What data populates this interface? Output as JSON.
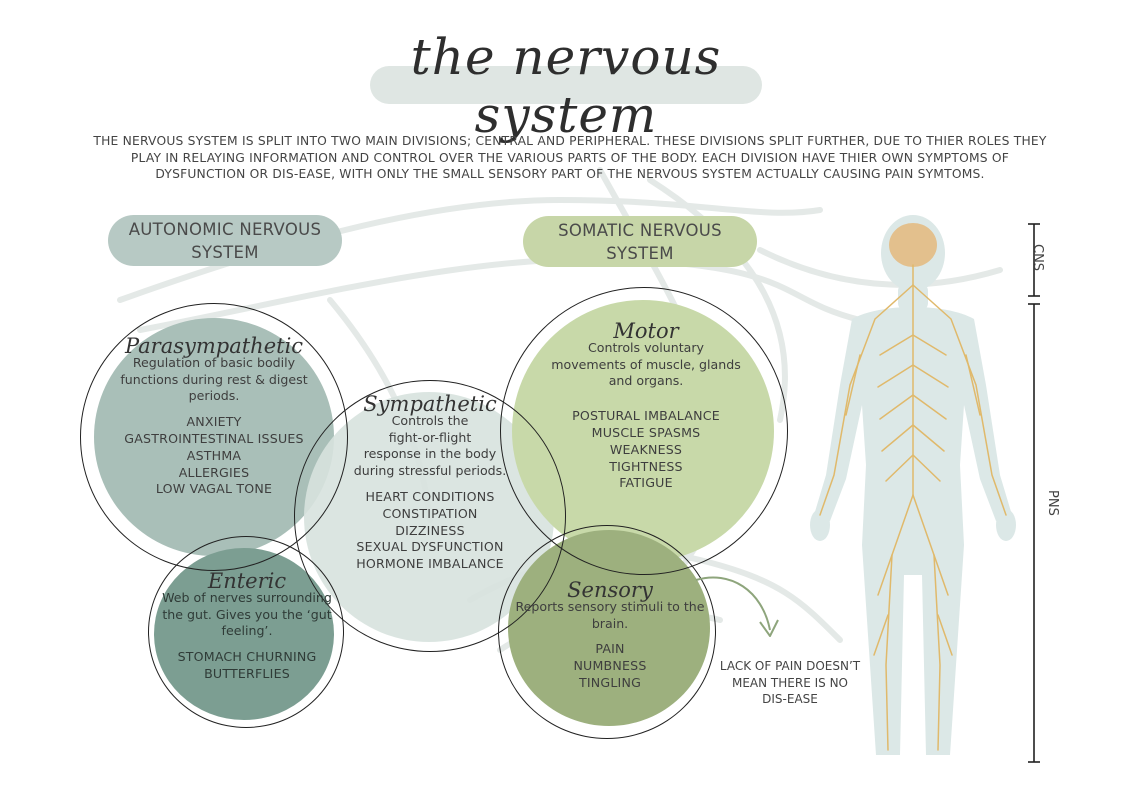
{
  "title": "the nervous system",
  "intro": "THE NERVOUS SYSTEM IS SPLIT INTO TWO MAIN DIVISIONS; CENTRAL AND PERIPHERAL. THESE DIVISIONS SPLIT FURTHER, DUE TO THIER ROLES THEY PLAY IN RELAYING INFORMATION AND CONTROL OVER THE VARIOUS PARTS OF THE BODY. EACH DIVISION HAVE THIER OWN SYMPTOMS OF DYSFUNCTION OR DIS-EASE, WITH ONLY THE SMALL SENSORY PART OF THE NERVOUS SYSTEM ACTUALLY CAUSING PAIN SYMTOMS.",
  "divisions": {
    "autonomic": {
      "line1": "AUTONOMIC NERVOUS",
      "line2": "SYSTEM"
    },
    "somatic": {
      "line1": "SOMATIC NERVOUS",
      "line2": "SYSTEM"
    }
  },
  "parasympathetic": {
    "heading": "Parasympathetic",
    "desc": [
      "Regulation of basic bodily",
      "functions during rest & digest",
      "periods."
    ],
    "symptoms": [
      "ANXIETY",
      "GASTROINTESTINAL ISSUES",
      "ASTHMA",
      "ALLERGIES",
      "LOW VAGAL TONE"
    ]
  },
  "sympathetic": {
    "heading": "Sympathetic",
    "desc": [
      "Controls the",
      "fight-or-flight",
      "response in the body",
      "during stressful periods."
    ],
    "symptoms": [
      "HEART CONDITIONS",
      "CONSTIPATION",
      "DIZZINESS",
      "SEXUAL DYSFUNCTION",
      "HORMONE IMBALANCE"
    ]
  },
  "enteric": {
    "heading": "Enteric",
    "desc": [
      "Web of nerves surrounding",
      "the gut. Gives you the ‘gut",
      "feeling’."
    ],
    "symptoms": [
      "STOMACH CHURNING",
      "BUTTERFLIES"
    ]
  },
  "motor": {
    "heading": "Motor",
    "desc": [
      "Controls voluntary",
      "movements of muscle, glands",
      "and organs."
    ],
    "symptoms": [
      "POSTURAL IMBALANCE",
      "MUSCLE SPASMS",
      "WEAKNESS",
      "TIGHTNESS",
      "FATIGUE"
    ]
  },
  "sensory": {
    "heading": "Sensory",
    "desc": [
      "Reports sensory stimuli to the",
      "brain."
    ],
    "symptoms": [
      "PAIN",
      "NUMBNESS",
      "TINGLING"
    ]
  },
  "note": [
    "LACK OF PAIN DOESN’T",
    "MEAN THERE IS NO",
    "DIS-EASE"
  ],
  "scale": {
    "cns": "CNS",
    "pns": "PNS"
  },
  "colors": {
    "sage": "#a9bfb8",
    "teal": "#7c9e92",
    "pale": "#d7e2de",
    "green_light": "#c8d9a9",
    "green_mid": "#9db07e",
    "body": "#dce8e7",
    "nerve": "#e0b96b",
    "brain": "#e3c08d"
  }
}
